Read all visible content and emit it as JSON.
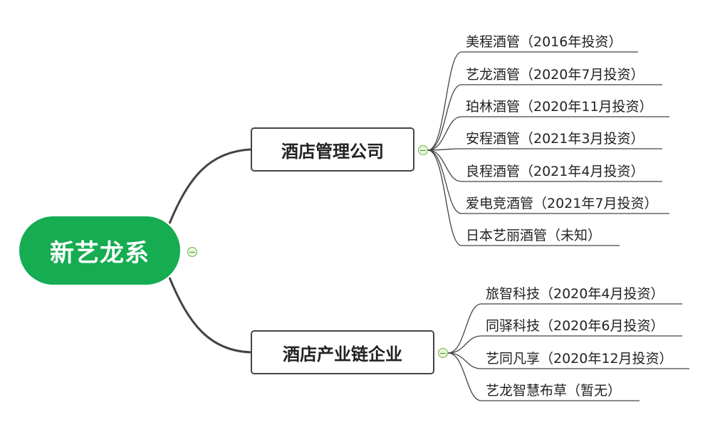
{
  "root": {
    "label": "新艺龙系"
  },
  "branches": [
    {
      "label": "酒店管理公司",
      "children": [
        "美程酒管（2016年投资）",
        "艺龙酒管（2020年7月投资）",
        "珀林酒管（2020年11月投资）",
        "安程酒管（2021年3月投资）",
        "良程酒管（2021年4月投资）",
        "爱电竞酒管（2021年7月投资）",
        "日本艺丽酒管（未知）"
      ]
    },
    {
      "label": "酒店产业链企业",
      "children": [
        "旅智科技（2020年4月投资）",
        "同驿科技（2020年6月投资）",
        "艺同凡享（2020年12月投资）",
        "艺龙智慧布草（暂无）"
      ]
    }
  ],
  "colors": {
    "root_fill": "#15ac52",
    "connector": "#444444",
    "toggle_fill": "#e8f6dc",
    "toggle_border": "#6fb54a"
  },
  "icons": {
    "collapse": "collapse-minus-icon"
  }
}
